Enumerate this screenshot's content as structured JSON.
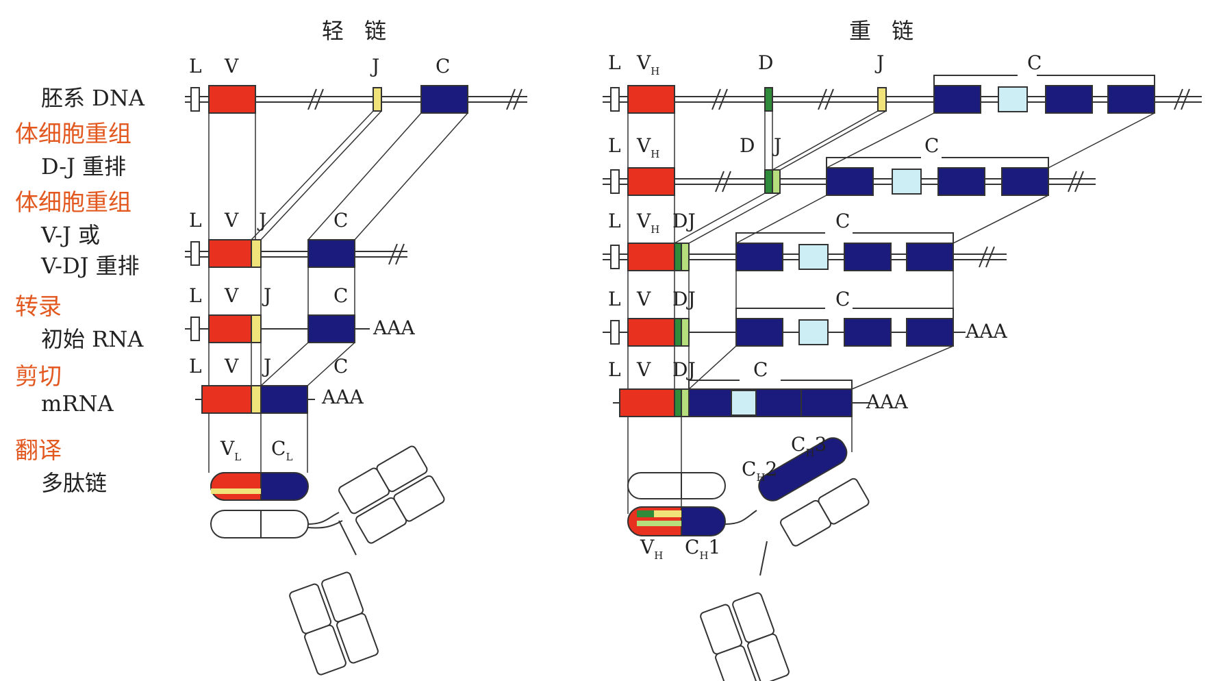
{
  "titles": {
    "light": "轻 链",
    "heavy": "重 链"
  },
  "steps": {
    "germline": "胚系 DNA",
    "somatic1": "体细胞重组",
    "dj_rearrange": "D-J 重排",
    "somatic2": "体细胞重组",
    "vj_line1": "V-J 或",
    "vj_line2": "V-DJ 重排",
    "transcription": "转录",
    "primary_rna": "初始 RNA",
    "splicing": "剪切",
    "mrna": "mRNA",
    "translation": "翻译",
    "polypeptide": "多肽链"
  },
  "segments": {
    "L": "L",
    "V": "V",
    "J": "J",
    "C": "C",
    "D": "D",
    "DJ": "DJ",
    "H": "H",
    "subL": "L",
    "one": "1",
    "two": "2",
    "three": "3"
  },
  "polyA": "AAA",
  "colors": {
    "v_segment": "#e8321f",
    "c_segment": "#1b1a7d",
    "c_light": "#cdeef5",
    "j_segment": "#efe37a",
    "d_segment": "#2f8a3a",
    "dj_segment": "#b6de7c",
    "line": "#333333"
  }
}
